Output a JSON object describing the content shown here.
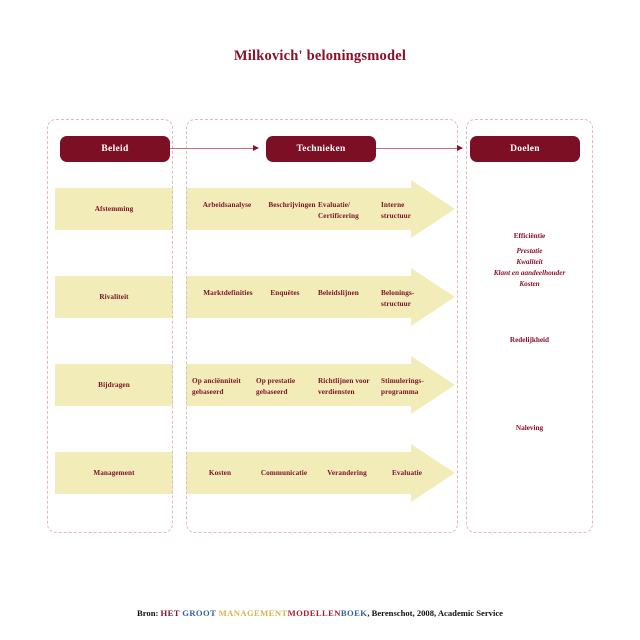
{
  "title": "Milkovich' beloningsmodel",
  "columns": {
    "beleid": {
      "label": "Beleid"
    },
    "technieken": {
      "label": "Technieken"
    },
    "doelen": {
      "label": "Doelen"
    }
  },
  "rows": [
    {
      "policy": "Afstemming",
      "techniques": [
        "Arbeidsanalyse",
        "Beschrijvingen",
        "Evaluatie/\nCertificering",
        "Interne\nstructuur"
      ]
    },
    {
      "policy": "Rivaliteit",
      "techniques": [
        "Marktdefinities",
        "Enquêtes",
        "Beleidslijnen",
        "Belonings-\nstructuur"
      ]
    },
    {
      "policy": "Bijdragen",
      "techniques": [
        "Op anciënniteit\ngebaseerd",
        "Op prestatie\ngebaseerd",
        "Richtlijnen voor\nverdiensten",
        "Stimulerings-\nprogramma"
      ]
    },
    {
      "policy": "Management",
      "techniques": [
        "Kosten",
        "Communicatie",
        "Verandering",
        "Evaluatie"
      ]
    }
  ],
  "goals": [
    {
      "text": "Efficiëntie",
      "style": "main"
    },
    {
      "text": "Prestatie",
      "style": "sub"
    },
    {
      "text": "Kwaliteit",
      "style": "sub"
    },
    {
      "text": "Klant en aandeelhouder",
      "style": "sub"
    },
    {
      "text": "Kosten",
      "style": "sub"
    },
    {
      "text": "Redelijkheid",
      "style": "main"
    },
    {
      "text": "Naleving",
      "style": "main"
    }
  ],
  "footer": {
    "bron": "Bron:",
    "w1": "HET",
    "w2": "GROOT",
    "w3": "MANAGEMENT",
    "w4": "MODELLEN",
    "w5": "BOEK",
    "tail": ", Berenschot, 2008, Academic Service"
  },
  "colors": {
    "brand_red": "#7d0f25",
    "title_red": "#8b1028",
    "band_yellow": "#f2ecb9",
    "panel_border": "#e3b9bd",
    "connector": "#c4707f"
  }
}
